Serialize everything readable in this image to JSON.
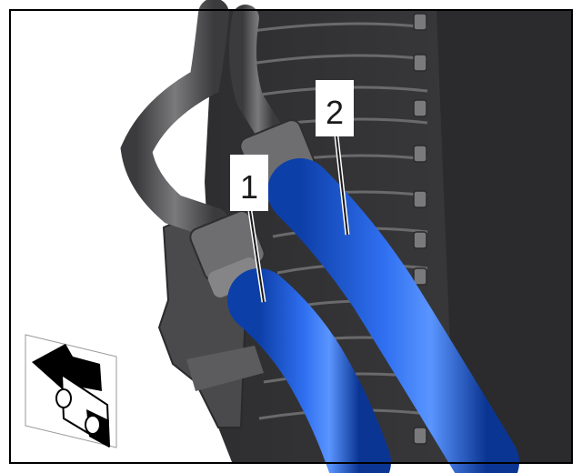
{
  "callouts": [
    {
      "number": "1",
      "part": "hose"
    },
    {
      "number": "2",
      "part": "hose"
    }
  ],
  "colors": {
    "hose": "#1f5fd8",
    "hose_highlight": "#6aa0ff",
    "radiator": "#3a3a3c",
    "frame": "#2a2a2c",
    "pipe": "#5a5a5c",
    "border": "#000000"
  },
  "icons": {
    "view_indicator": "view-direction-arrow-icon"
  }
}
